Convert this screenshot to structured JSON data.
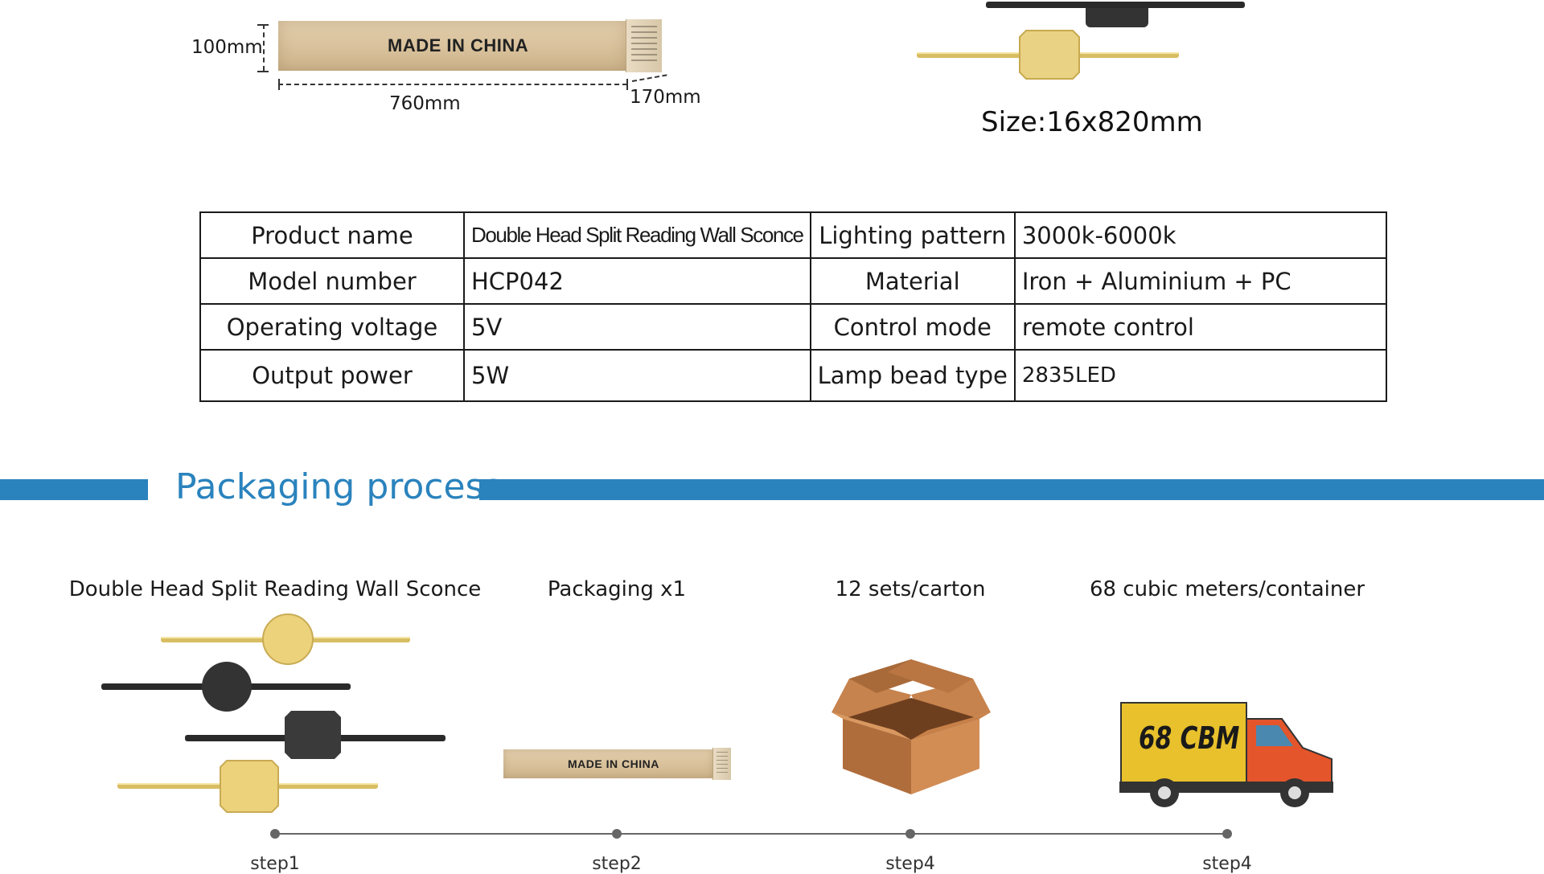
{
  "carton": {
    "print": "MADE IN CHINA",
    "height_label": "100mm",
    "length_label": "760mm",
    "depth_label": "170mm"
  },
  "size_label": "Size:16x820mm",
  "spec_table": [
    {
      "k1": "Product name",
      "v1": "Double Head Split Reading Wall Sconce",
      "k2": "Lighting pattern",
      "v2": "3000k-6000k"
    },
    {
      "k1": "Model number",
      "v1": "HCP042",
      "k2": "Material",
      "v2": "Iron + Aluminium + PC"
    },
    {
      "k1": "Operating voltage",
      "v1": "5V",
      "k2": "Control mode",
      "v2": "remote control"
    },
    {
      "k1": "Output power",
      "v1": "5W",
      "k2": "Lamp bead type",
      "v2": "2835LED"
    }
  ],
  "section": {
    "title": "Packaging process"
  },
  "steps": [
    {
      "label": "Double Head Split Reading Wall Sconce",
      "foot": "step1"
    },
    {
      "label": "Packaging x1",
      "foot": "step2"
    },
    {
      "label": "12 sets/carton",
      "foot": "step4"
    },
    {
      "label": "68 cubic meters/container",
      "foot": "step4"
    }
  ],
  "truck": {
    "cargo_text": "68 CBM"
  },
  "colors": {
    "accent": "#2a83bd",
    "gold": "#e8cf7a",
    "black": "#2a2a2a",
    "kraft": "#d9c29c",
    "truck_cab": "#e4552b",
    "cargo": "#e8c12c"
  }
}
